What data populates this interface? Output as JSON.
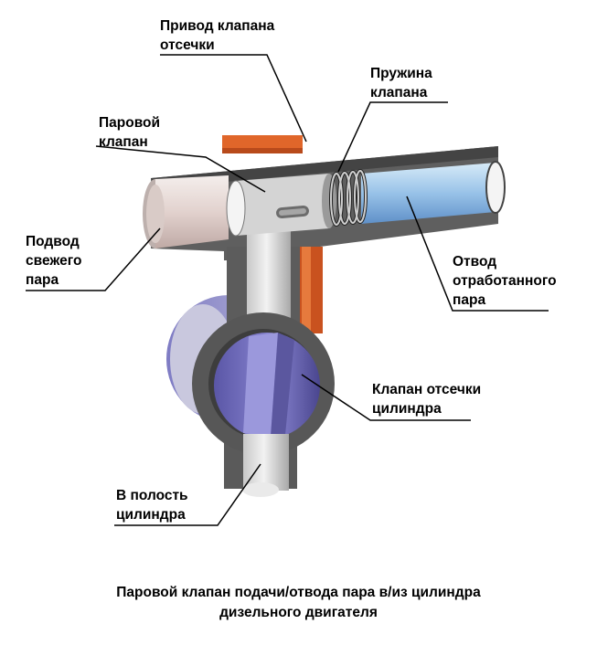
{
  "labels": {
    "actuator": [
      "Привод клапана",
      "отсечки"
    ],
    "spring": [
      "Пружина",
      "клапана"
    ],
    "steam_valve": [
      "Паровой",
      "клапан"
    ],
    "fresh_steam": [
      "Подвод",
      "свежего",
      "пара"
    ],
    "exhaust": [
      "Отвод",
      "отработанного",
      "пара"
    ],
    "cutoff_valve": [
      "Клапан отсечки",
      "цилиндра"
    ],
    "cylinder": [
      "В полость",
      "цилиндра"
    ]
  },
  "caption": [
    "Паровой клапан подачи/отвода пара в/из цилиндра",
    "дизельного  двигателя"
  ],
  "colors": {
    "body": "#5f5f5f",
    "body_dark": "#3a3a3a",
    "actuator": "#e0662a",
    "fresh_bore": "#e6d8d4",
    "exhaust_bore": "#9cc3e6",
    "cutoff_disc": "#6a66b8",
    "valve": "#d6d6d6"
  }
}
